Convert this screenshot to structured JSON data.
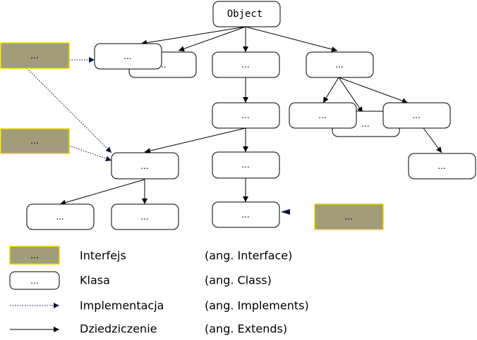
{
  "colors": {
    "interface_fill": "#a19d7b",
    "interface_border": "#e8d800",
    "class_fill": "#ffffff",
    "line": "#000000",
    "implements_head": "#101040"
  },
  "tree": {
    "root_label": "Object",
    "placeholder": "..."
  },
  "legend": {
    "interface": {
      "label": "Interfejs",
      "english": "(ang. Interface)"
    },
    "class": {
      "label": "Klasa",
      "english": "(ang. Class)"
    },
    "implements": {
      "label": "Implementacja",
      "english": "(ang. Implements)"
    },
    "extends": {
      "label": "Dziedziczenie",
      "english": "(ang. Extends)"
    }
  }
}
